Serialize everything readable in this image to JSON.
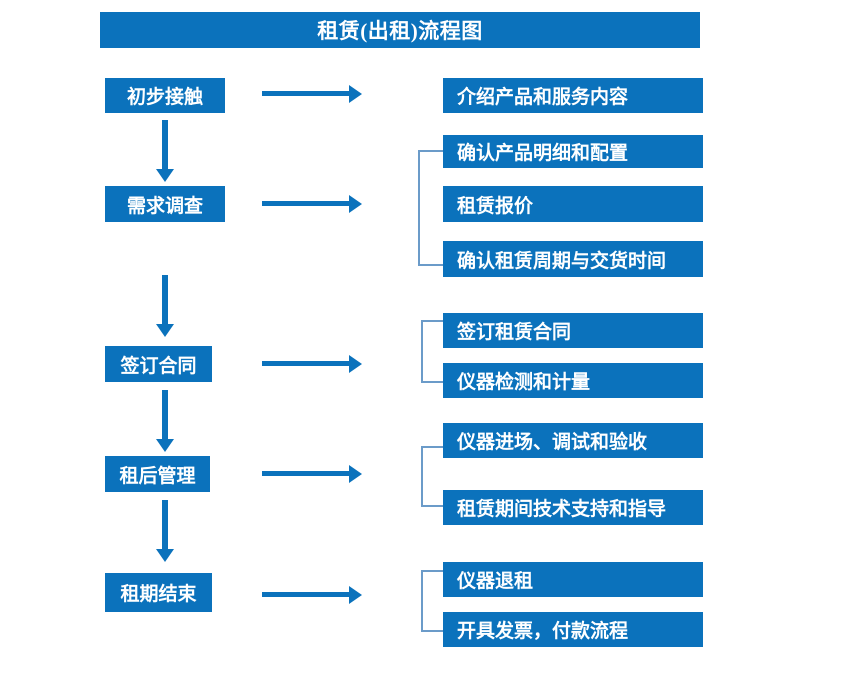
{
  "chart_data": {
    "type": "diagram",
    "title": "租赁(出租)流程图",
    "diagram_kind": "flowchart",
    "orientation": "vertical-stages-with-horizontal-details",
    "stages": [
      {
        "label": "初步接触",
        "details": [
          "介绍产品和服务内容"
        ],
        "bracketed": false
      },
      {
        "label": "需求调查",
        "details": [
          "确认产品明细和配置",
          "租赁报价",
          "确认租赁周期与交货时间"
        ],
        "bracketed": true
      },
      {
        "label": "签订合同",
        "details": [
          "签订租赁合同",
          "仪器检测和计量"
        ],
        "bracketed": true
      },
      {
        "label": "租后管理",
        "details": [
          "仪器进场、调试和验收",
          "租赁期间技术支持和指导"
        ],
        "bracketed": true
      },
      {
        "label": "租期结束",
        "details": [
          "仪器退租",
          "开具发票，付款流程"
        ],
        "bracketed": true
      }
    ]
  },
  "title": {
    "text": "租赁(出租)流程图"
  },
  "colors": {
    "box_fill": "#0B72BC",
    "box_text": "#FFFFFF",
    "arrow": "#0B72BC",
    "bracket_line": "#6B9BC9",
    "background": "#FFFFFF"
  },
  "stages": [
    {
      "label": "初步接触"
    },
    {
      "label": "需求调查"
    },
    {
      "label": "签订合同"
    },
    {
      "label": "租后管理"
    },
    {
      "label": "租期结束"
    }
  ],
  "details": [
    {
      "label": "介绍产品和服务内容"
    },
    {
      "label": "确认产品明细和配置"
    },
    {
      "label": "租赁报价"
    },
    {
      "label": "确认租赁周期与交货时间"
    },
    {
      "label": "签订租赁合同"
    },
    {
      "label": "仪器检测和计量"
    },
    {
      "label": "仪器进场、调试和验收"
    },
    {
      "label": "租赁期间技术支持和指导"
    },
    {
      "label": "仪器退租"
    },
    {
      "label": "开具发票，付款流程"
    }
  ]
}
